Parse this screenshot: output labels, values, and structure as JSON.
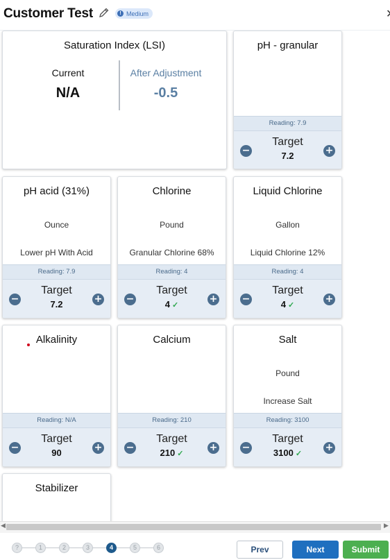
{
  "header": {
    "title": "Customer Test",
    "badge": "Medium",
    "badge_icon": "!"
  },
  "lsi": {
    "title": "Saturation Index (LSI)",
    "current_label": "Current",
    "current_value": "N/A",
    "after_label": "After Adjustment",
    "after_value": "-0.5",
    "after_color": "#5a7fa3"
  },
  "cards": {
    "ph_granular": {
      "title": "pH - granular",
      "reading": "Reading: 7.9",
      "target_label": "Target",
      "target_value": "7.2"
    },
    "ph_acid": {
      "title": "pH acid (31%)",
      "unit": "Ounce",
      "desc": "Lower pH With Acid",
      "reading": "Reading: 7.9",
      "target_label": "Target",
      "target_value": "7.2"
    },
    "chlorine": {
      "title": "Chlorine",
      "unit": "Pound",
      "desc": "Granular Chlorine 68%",
      "reading": "Reading: 4",
      "target_label": "Target",
      "target_value": "4"
    },
    "liquid_chlorine": {
      "title": "Liquid Chlorine",
      "unit": "Gallon",
      "desc": "Liquid Chlorine 12%",
      "reading": "Reading: 4",
      "target_label": "Target",
      "target_value": "4"
    },
    "alkalinity": {
      "title": "Alkalinity",
      "reading": "Reading: N/A",
      "target_label": "Target",
      "target_value": "90"
    },
    "calcium": {
      "title": "Calcium",
      "reading": "Reading: 210",
      "target_label": "Target",
      "target_value": "210"
    },
    "salt": {
      "title": "Salt",
      "unit": "Pound",
      "desc": "Increase Salt",
      "reading": "Reading: 3100",
      "target_label": "Target",
      "target_value": "3100"
    },
    "stabilizer": {
      "title": "Stabilizer"
    }
  },
  "stepper": {
    "steps": [
      "?",
      "1",
      "2",
      "3",
      "4",
      "5",
      "6"
    ],
    "active_index": 4
  },
  "buttons": {
    "prev": "Prev",
    "next": "Next",
    "submit": "Submit"
  },
  "colors": {
    "accent": "#1f6fbf",
    "submit": "#4caf50",
    "control": "#4b6d8e",
    "check": "#2fa84f"
  }
}
